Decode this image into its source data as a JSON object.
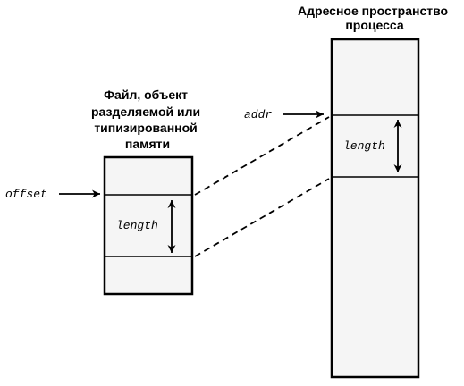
{
  "file_object": {
    "title_lines": [
      "Файл, объект",
      "разделяемой или",
      "типизированной",
      "памяти"
    ],
    "offset_label": "offset",
    "length_label": "length"
  },
  "address_space": {
    "title_lines": [
      "Адресное пространство",
      "процесса"
    ],
    "addr_label": "addr",
    "length_label": "length"
  },
  "colors": {
    "box_fill": "#f5f5f5",
    "stroke": "#000000"
  }
}
